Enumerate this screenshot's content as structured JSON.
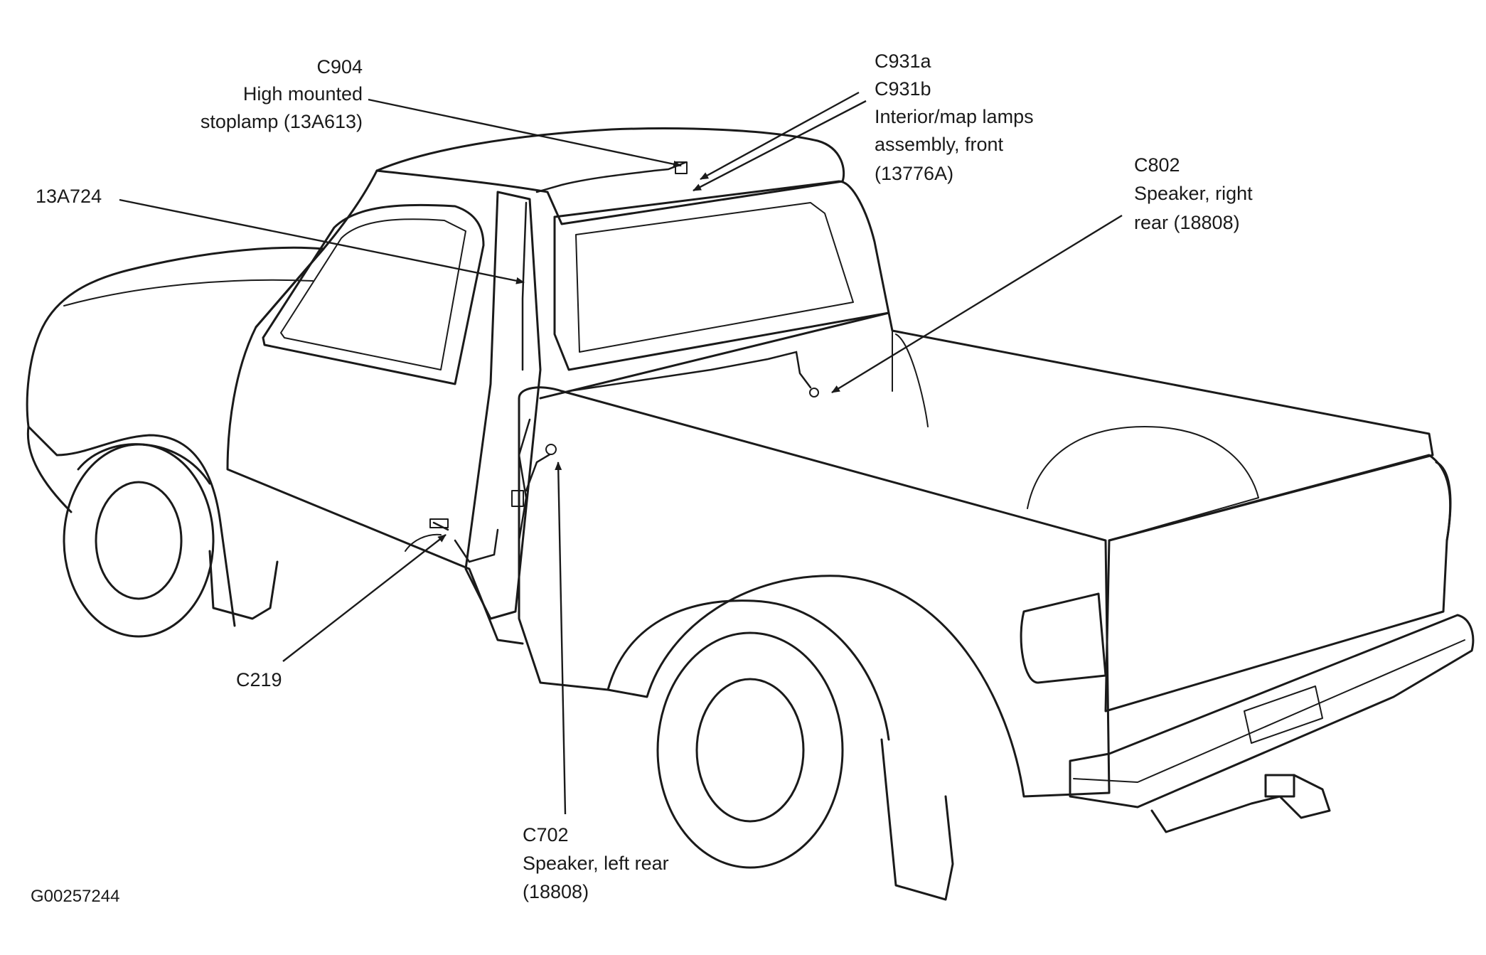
{
  "figure_id": "G00257244",
  "callouts": {
    "c904": {
      "lines": [
        "C904",
        "High mounted",
        "stoplamp (13A613)"
      ]
    },
    "c931": {
      "lines": [
        "C931a",
        "C931b",
        "Interior/map lamps",
        "assembly, front",
        "(13776A)"
      ]
    },
    "c802": {
      "lines": [
        "C802",
        "Speaker, right",
        "rear (18808)"
      ]
    },
    "a13a724": {
      "lines": [
        "13A724"
      ]
    },
    "c219": {
      "lines": [
        "C219"
      ]
    },
    "c702": {
      "lines": [
        "C702",
        "Speaker, left rear",
        "(18808)"
      ]
    }
  }
}
